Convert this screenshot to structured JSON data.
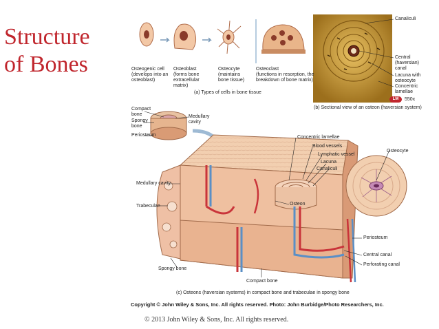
{
  "slide": {
    "title_line1": "Structure",
    "title_line2": "of Bones",
    "copyright_figure": "Copyright © John Wiley & Sons, Inc. All rights reserved. Photo: John Burbidge/Photo Researchers, Inc.",
    "copyright_slide": "© 2013 John Wiley & Sons, Inc. All rights reserved."
  },
  "panel_a": {
    "cells": [
      {
        "name": "Osteogenic cell",
        "desc": "(develops into an\nosteoblast)"
      },
      {
        "name": "Osteoblast",
        "desc": "(forms bone\nextracellular\nmatrix)"
      },
      {
        "name": "Osteocyte",
        "desc": "(maintains\nbone tissue)"
      },
      {
        "name": "Osteoclast",
        "desc": "(functions in resorption, the\nbreakdown of bone matrix)"
      }
    ],
    "caption": "(a) Types of cells in bone tissue"
  },
  "panel_b": {
    "labels": [
      "Canaliculi",
      "Central\n(haversian)\ncanal",
      "Lacuna with\nosteocyte",
      "Concentric\nlamellae"
    ],
    "badge": "LM",
    "magnification": "550x",
    "caption": "(b) Sectional view of an osteon (haversian system)"
  },
  "panel_c": {
    "labels": {
      "compact_bone": "Compact\nbone",
      "spongy_bone_small": "Spongy\nbone",
      "medullary_small": "Medullary\ncavity",
      "periosteum_small": "Periosteum",
      "concentric_lamellae": "Concentric lamellae",
      "blood_vessels": "Blood vessels",
      "lymphatic_vessel": "Lymphatic vessel",
      "lacuna": "Lacuna",
      "canaliculi": "Canaliculi",
      "osteocyte": "Osteocyte",
      "medullary_cavity": "Medullary cavity",
      "trabeculae": "Trabeculae",
      "osteon": "Osteon",
      "periosteum": "Periosteum",
      "central_canal": "Central canal",
      "perforating_canal": "Perforating canal",
      "spongy_bone": "Spongy bone",
      "compact_bone_bottom": "Compact bone"
    },
    "caption": "(c) Osteons (haversian systems) in compact bone and trabeculae in spongy bone"
  },
  "colors": {
    "title": "#c0262d",
    "bone": "#efc9a8",
    "artery": "#c9343a",
    "vein": "#5a8fc6",
    "micrograph": "#c99a2e"
  }
}
